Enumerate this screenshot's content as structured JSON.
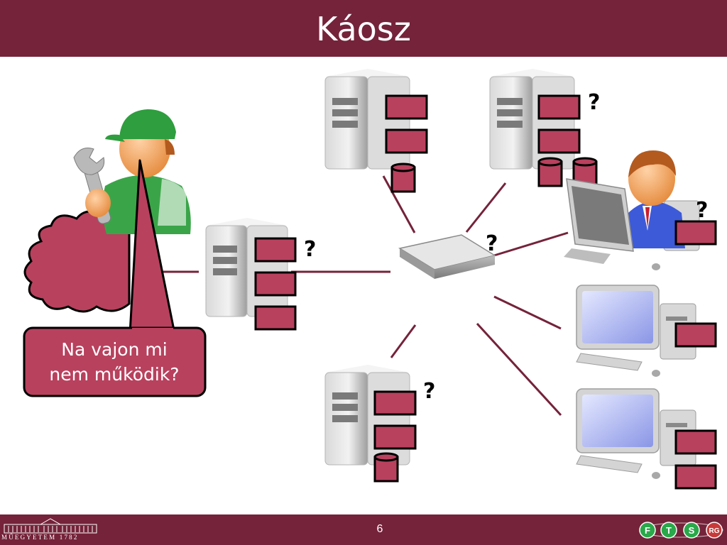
{
  "slide": {
    "title": "Káosz",
    "page_number": "6",
    "callout_line1": "Na vajon mi",
    "callout_line2": "nem működik?",
    "question_mark": "?",
    "footer_logo_text": "MŰEGYETEM 1782",
    "footer_group_logo": [
      "F",
      "T",
      "S",
      "RG"
    ]
  },
  "colors": {
    "brand": "#74233a",
    "service_box": "#b8415e",
    "background": "#ffffff"
  }
}
